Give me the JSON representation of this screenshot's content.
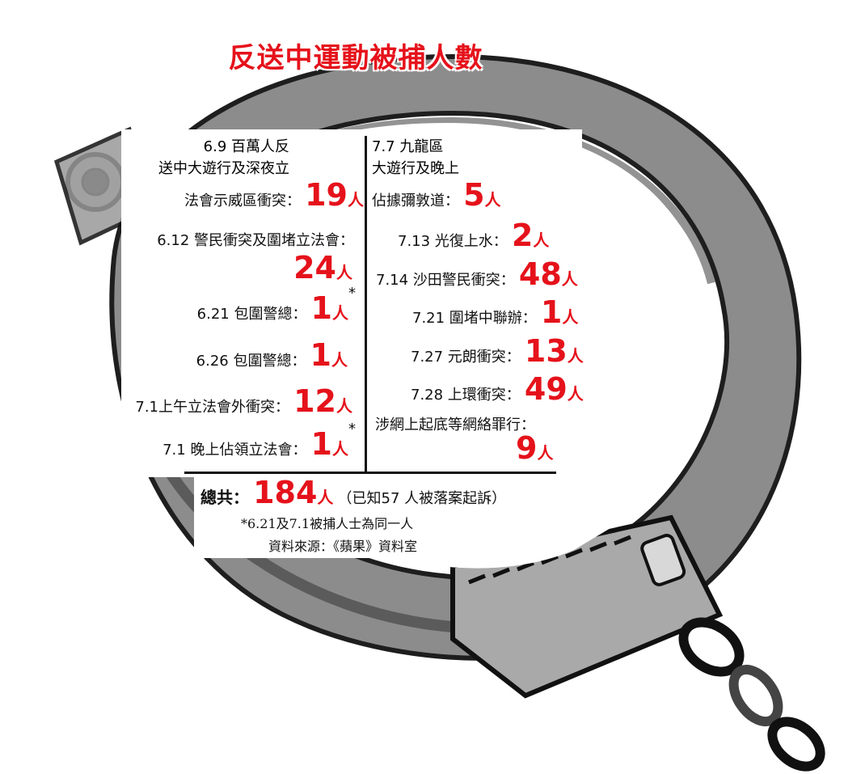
{
  "title": "反送中運動被捕人數",
  "unit": "人",
  "star_mark": "*",
  "left_entries": [
    {
      "lines": [
        "6.9 百萬人反",
        "送中大遊行及深夜立",
        "法會示威區衝突："
      ],
      "count": "19"
    },
    {
      "lines": [
        "6.12 警民衝突及圍堵立法會："
      ],
      "count": "24"
    },
    {
      "lines": [
        "6.21 包圍警總："
      ],
      "count": "1",
      "starred": true
    },
    {
      "lines": [
        "6.26 包圍警總："
      ],
      "count": "1"
    },
    {
      "lines": [
        "7.1上午立法會外衝突："
      ],
      "count": "12"
    },
    {
      "lines": [
        "7.1 晚上佔領立法會："
      ],
      "count": "1",
      "starred": true
    }
  ],
  "right_entries": [
    {
      "lines": [
        "7.7 九龍區",
        "大遊行及晚上",
        "佔據彌敦道："
      ],
      "count": "5"
    },
    {
      "lines": [
        "7.13 光復上水："
      ],
      "count": "2"
    },
    {
      "lines": [
        "7.14 沙田警民衝突："
      ],
      "count": "48"
    },
    {
      "lines": [
        "7.21 圍堵中聯辦："
      ],
      "count": "1"
    },
    {
      "lines": [
        "7.27 元朗衝突："
      ],
      "count": "13"
    },
    {
      "lines": [
        "7.28 上環衝突："
      ],
      "count": "49"
    },
    {
      "lines": [
        "涉網上起底等網絡罪行："
      ],
      "count": "9"
    }
  ],
  "total": {
    "label": "總共：",
    "count": "184",
    "note": "（已知57 人被落案起訴）"
  },
  "footnote": "*6.21及7.1被捕人士為同一人",
  "source": "資料來源：《蘋果》資料室",
  "colors": {
    "accent_red": "#e5121b",
    "text": "#111111",
    "cuff_gray": "#8a8a8a",
    "cuff_dark": "#2a2a2a"
  },
  "icons": [
    "handcuff-illustration"
  ]
}
